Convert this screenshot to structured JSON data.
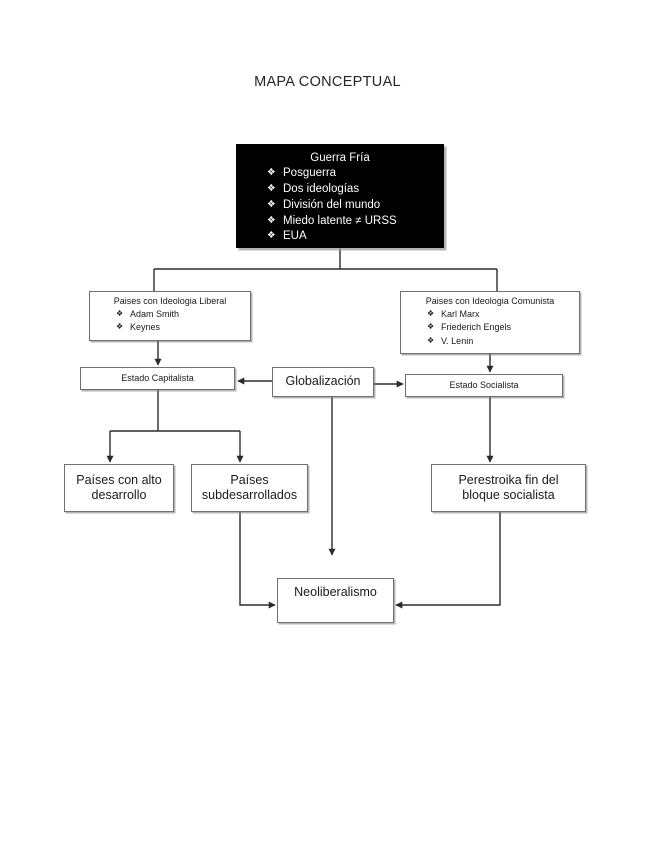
{
  "page": {
    "title": "MAPA CONCEPTUAL",
    "bullet_glyph": "❖"
  },
  "nodes": {
    "guerra_fria": {
      "header": "Guerra Fría",
      "items": [
        "Posguerra",
        "Dos ideologías",
        "División del mundo",
        "Miedo latente ≠ URSS",
        "EUA"
      ]
    },
    "ideologia_liberal": {
      "header": "Paises con Ideologia Liberal",
      "items": [
        "Adam Smith",
        "Keynes"
      ]
    },
    "ideologia_comunista": {
      "header": "Paises con Ideologia Comunista",
      "items": [
        "Karl Marx",
        "Friederich Engels",
        "V. Lenin"
      ]
    },
    "estado_capitalista": {
      "label": "Estado Capitalista"
    },
    "globalizacion": {
      "label": "Globalización"
    },
    "estado_socialista": {
      "label": "Estado Socialista"
    },
    "paises_alto_desarrollo": {
      "line1": "Países con alto",
      "line2": "desarrollo"
    },
    "paises_subdesarrollados": {
      "line1": "Países",
      "line2": "subdesarrollados"
    },
    "perestroika": {
      "line1": "Perestroika fin del",
      "line2": "bloque socialista"
    },
    "neoliberalismo": {
      "label": "Neoliberalismo"
    }
  },
  "colors": {
    "root_fill": "#000000",
    "root_text": "#ffffff",
    "box_border": "#6f6f6f",
    "box_fill": "#ffffff",
    "connector": "#2b2b2b",
    "page_bg": "#ffffff",
    "text": "#1a1a1a"
  },
  "connectors": [
    {
      "from": "guerra_fria",
      "to": "ideologia_liberal",
      "arrow": false
    },
    {
      "from": "guerra_fria",
      "to": "ideologia_comunista",
      "arrow": false
    },
    {
      "from": "ideologia_liberal",
      "to": "estado_capitalista",
      "arrow": true
    },
    {
      "from": "ideologia_comunista",
      "to": "estado_socialista",
      "arrow": true
    },
    {
      "from": "globalizacion",
      "to": "estado_capitalista",
      "arrow": true
    },
    {
      "from": "globalizacion",
      "to": "estado_socialista",
      "arrow": true
    },
    {
      "from": "estado_capitalista",
      "to": "paises_alto_desarrollo",
      "arrow": true
    },
    {
      "from": "estado_capitalista",
      "to": "paises_subdesarrollados",
      "arrow": true
    },
    {
      "from": "estado_socialista",
      "to": "perestroika",
      "arrow": true
    },
    {
      "from": "globalizacion",
      "to": "neoliberalismo",
      "arrow": true
    },
    {
      "from": "paises_subdesarrollados",
      "to": "neoliberalismo",
      "arrow": true
    },
    {
      "from": "perestroika",
      "to": "neoliberalismo",
      "arrow": true
    }
  ]
}
